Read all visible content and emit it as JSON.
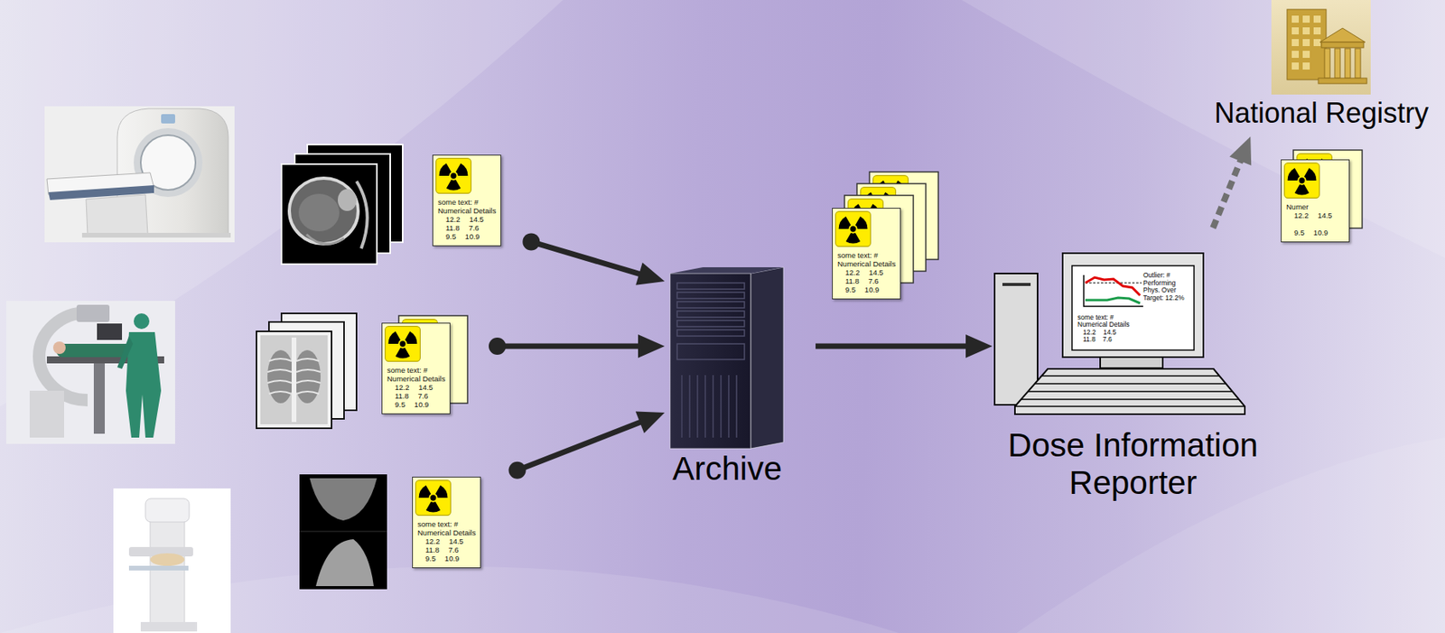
{
  "diagram": {
    "nodes": [
      {
        "text": [
          "some text: #",
          "Numerical Details",
          "12.2 14.5",
          "11.8 7.6",
          "9.5 10.9"
        ]
      },
      {
        "text": [
          "some text: #",
          "Numerical Details",
          "12.2 14.5",
          "11.8 7.6",
          "9.5 10.9"
        ]
      },
      {
        "text": [
          "some text: #",
          "Numerical Details",
          "12.2 14.5",
          "11.8 7.6",
          "9.5 10.9"
        ]
      },
      {
        "text": [
          "Archive"
        ]
      },
      {
        "text": [
          "some text: #",
          "Numerical Details",
          "12.2 14.5",
          "11.8 7.6",
          "9.5 10.9"
        ]
      },
      {
        "text": [
          "Dose Information Reporter"
        ]
      },
      {
        "text": [
          "Outlier: # Performing Phys. Over Target: 12.2%",
          "some text: #",
          "Numerical Details",
          "12.2 14.5",
          "11.8 7.6"
        ],
        "in": 5
      },
      {
        "text": [
          "National Registry"
        ]
      },
      {
        "text": [
          "Numer",
          "12.2 14.5",
          "9.5 10.9"
        ]
      }
    ],
    "edges": [
      {
        "from": 0,
        "to": 3,
        "arrow": "to"
      },
      {
        "from": 1,
        "to": 3,
        "arrow": "to"
      },
      {
        "from": 2,
        "to": 3,
        "arrow": "to"
      },
      {
        "from": 3,
        "to": 5,
        "arrow": "to"
      },
      {
        "from": 5,
        "to": 7,
        "arrow": "to"
      }
    ]
  }
}
